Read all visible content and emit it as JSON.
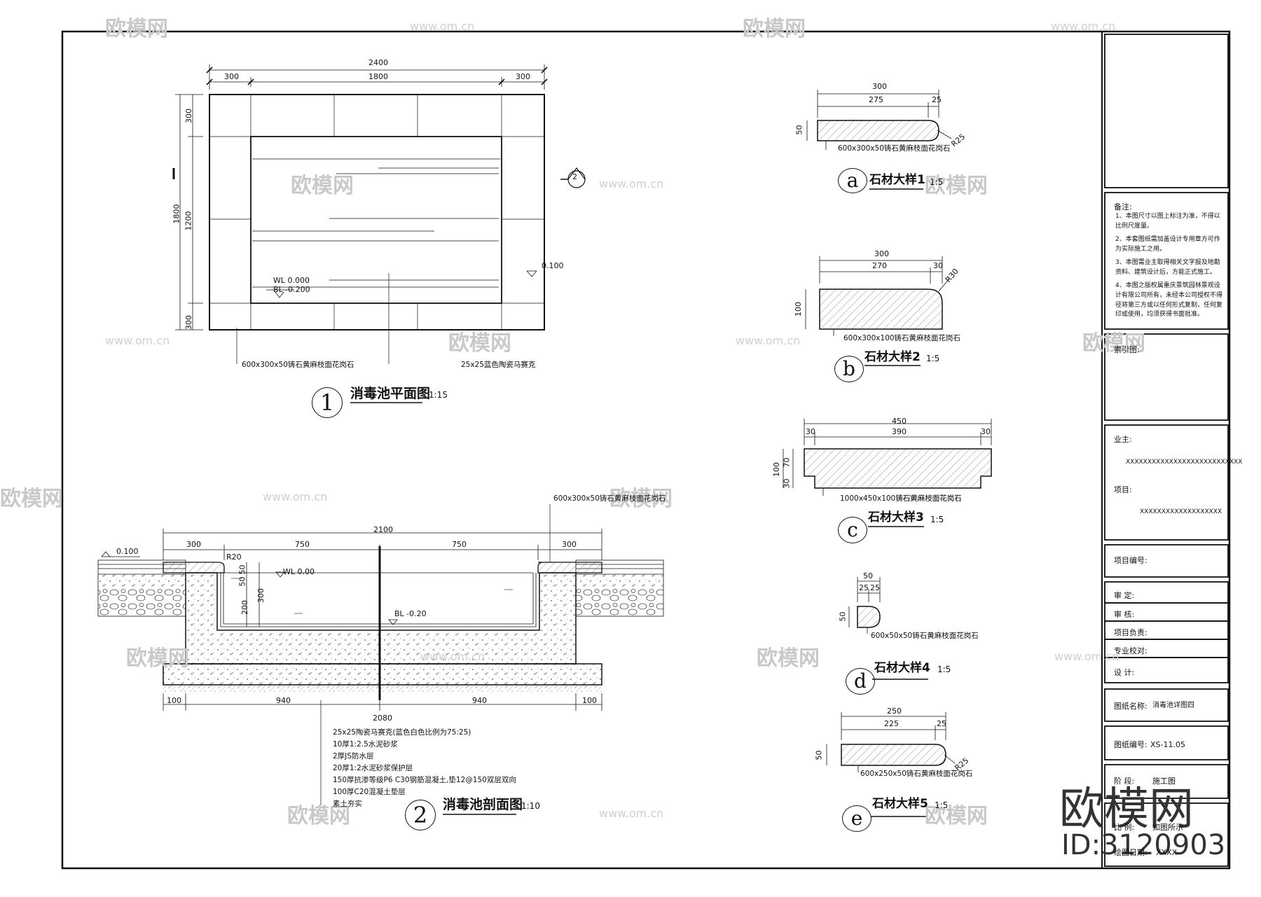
{
  "watermark": {
    "brand": "欧模网",
    "url": "www.om.cn",
    "id": "ID:3120903"
  },
  "plan": {
    "title": "消毒池平面图",
    "scale": "1:15",
    "number": "1",
    "dims_top": {
      "total": "2400",
      "left": "300",
      "mid": "1800",
      "right": "300"
    },
    "dims_left": {
      "total": "1800",
      "top": "300",
      "mid": "1200",
      "bottom": "300"
    },
    "wl": "WL 0.000",
    "bl": "BL -0.200",
    "elev": "0.100",
    "section_mark": "2",
    "label_stone": "600x300x50铸石黄麻枝面花岗石",
    "label_tile": "25x25蓝色陶瓷马赛克"
  },
  "section": {
    "title": "消毒池剖面图",
    "scale": "1:10",
    "number": "2",
    "dims_top": {
      "total": "2100",
      "a": "300",
      "b": "750",
      "c": "750",
      "d": "300"
    },
    "dims_bottom": {
      "total": "2080",
      "a": "100",
      "b": "940",
      "c": "940",
      "d": "100"
    },
    "elev": "0.100",
    "wl": "WL 0.00",
    "bl": "BL -0.20",
    "r": "R20",
    "dims_side": {
      "a": "50",
      "b": "50",
      "c": "300",
      "d": "200"
    },
    "top_label": "600x300x50铸石黄麻枝面花岗石",
    "layers": [
      "25x25陶瓷马赛克(蓝色白色比例为75:25)",
      "10厚1:2.5水泥砂浆",
      "2厚JS防水层",
      "20厚1:2水泥砂浆保护层",
      "150厚抗渗等级P6 C30钢筋混凝土,垫12@150双层双向",
      "100厚C20混凝土垫层",
      "素土夯实"
    ]
  },
  "details": [
    {
      "letter": "a",
      "title": "石材大样1",
      "scale": "1:5",
      "dim_total": "300",
      "dim_a": "275",
      "dim_b": "25",
      "h": "50",
      "r": "R25",
      "label": "600x300x50铸石黄麻枝面花岗石"
    },
    {
      "letter": "b",
      "title": "石材大样2",
      "scale": "1:5",
      "dim_total": "300",
      "dim_a": "270",
      "dim_b": "30",
      "h": "100",
      "r": "R30",
      "label": "600x300x100铸石黄麻枝面花岗石"
    },
    {
      "letter": "c",
      "title": "石材大样3",
      "scale": "1:5",
      "dim_total": "450",
      "dim_a": "390",
      "dim_l": "30",
      "dim_r": "30",
      "h": "100",
      "h1": "70",
      "h2": "30",
      "label": "1000x450x100铸石黄麻枝面花岗石"
    },
    {
      "letter": "d",
      "title": "石材大样4",
      "scale": "1:5",
      "dim_total": "50",
      "dim_a": "25",
      "dim_b": "25",
      "h": "50",
      "label": "600x50x50铸石黄麻枝面花岗石"
    },
    {
      "letter": "e",
      "title": "石材大样5",
      "scale": "1:5",
      "dim_total": "250",
      "dim_a": "225",
      "dim_b": "25",
      "h": "50",
      "r": "R25",
      "label": "600x250x50铸石黄麻枝面花岗石"
    }
  ],
  "titleblock": {
    "notes_title": "备注:",
    "notes": [
      "1、本图尺寸以图上标注为准，不得以比例尺度量。",
      "2、本套图纸需加盖设计专用章方可作为实际施工之用。",
      "3、本图需业主取得相关文字报及地勘资料、建筑设计后，方能正式施工。",
      "4、本图之版权属重庆景筑园林景观设计有限公司所有，未经本公司授权不得径将第三方或以任何形式复制，任何复印或使用，均须获得书面批准。"
    ],
    "index_label": "索引图:",
    "owner_label": "业主:",
    "owner_value": "XXXXXXXXXXXXXXXXXXXXXXXXXXX",
    "project_label": "项目:",
    "project_value": "XXXXXXXXXXXXXXXXXXX",
    "project_no_label": "项目编号:",
    "review_label": "审    定:",
    "check_label": "审    核:",
    "lead_label": "项目负责:",
    "prof_label": "专业校对:",
    "design_label": "设    计:",
    "drawing_name_label": "图纸名称:",
    "drawing_name_value": "消毒池详图四",
    "drawing_no_label": "图纸编号:",
    "drawing_no_value": "XS-11.05",
    "stage_label": "阶    段:",
    "stage_value": "施工图",
    "scale_label": "比    例:",
    "scale_value": "如图所示",
    "date_label": "绘图日期:",
    "date_value": "XXXX"
  }
}
